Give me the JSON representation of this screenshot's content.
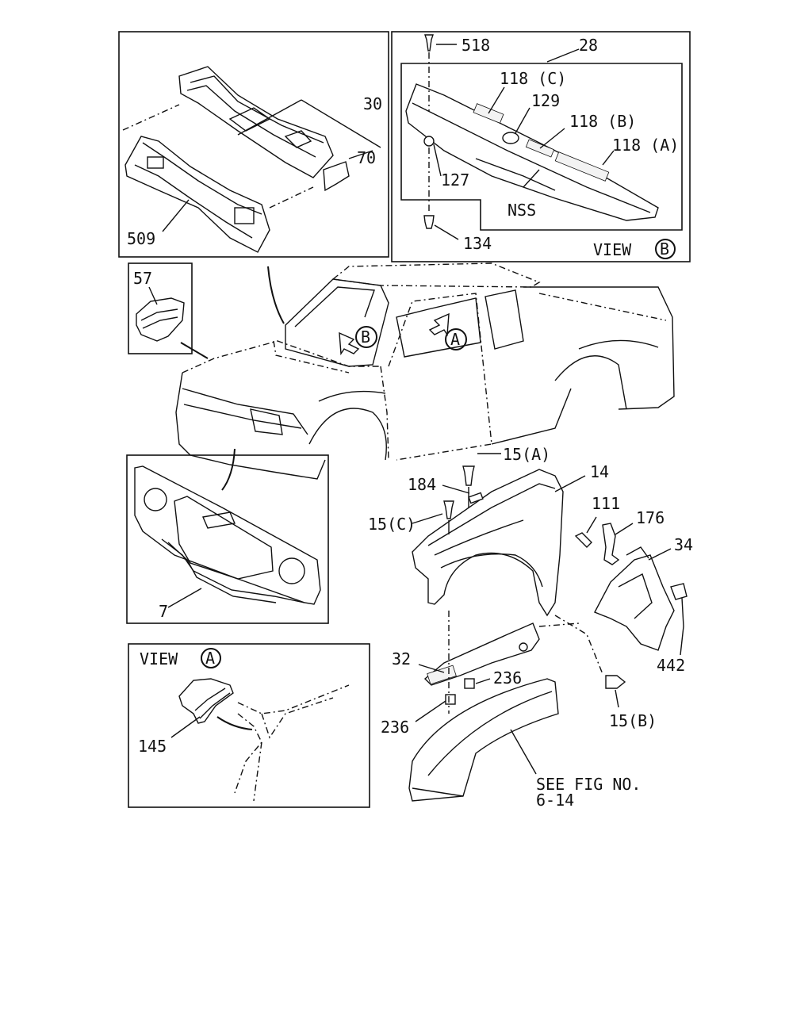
{
  "labels": {
    "l518": "518",
    "l28": "28",
    "l118c": "118 (C)",
    "l129": "129",
    "l118b": "118 (B)",
    "l118a": "118 (A)",
    "l127": "127",
    "lnss": "NSS",
    "l134": "134",
    "lviewb": "VIEW",
    "lviewb_circle": "B",
    "l30": "30",
    "l70": "70",
    "l509": "509",
    "l57": "57",
    "lB_arrow": "B",
    "lA_arrow": "A",
    "l15a": "15(A)",
    "l184": "184",
    "l14": "14",
    "l15c": "15(C)",
    "l111": "111",
    "l176": "176",
    "l34": "34",
    "l442": "442",
    "l7": "7",
    "lviewa": "VIEW",
    "lviewa_circle": "A",
    "l145": "145",
    "l32": "32",
    "l236a": "236",
    "l236b": "236",
    "l15b": "15(B)",
    "lsee1": "SEE FIG NO.",
    "lsee2": "6-14"
  }
}
